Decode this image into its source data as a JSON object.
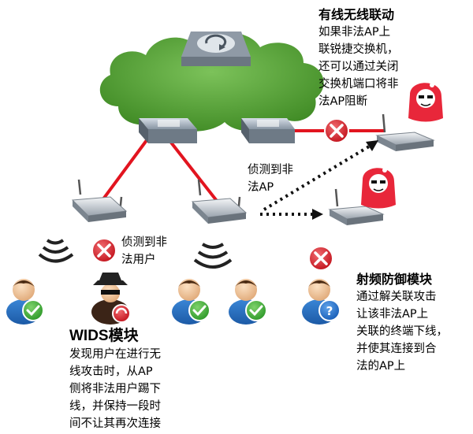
{
  "linkage": {
    "title": "有线无线联动",
    "lines": [
      "如果非法AP上",
      "联锐捷交换机，",
      "还可以通过关闭",
      "交换机端口将非",
      "法AP阻断"
    ]
  },
  "detect_ap": {
    "lines": [
      "侦测到非",
      "法AP"
    ]
  },
  "detect_user": {
    "lines": [
      "侦测到非",
      "法用户"
    ]
  },
  "rf": {
    "title": "射频防御模块",
    "lines": [
      "通过解关联攻击",
      "让该非法AP上",
      "关联的终端下线，",
      "并使其连接到合",
      "法的AP上"
    ]
  },
  "wids": {
    "title": "WIDS模块",
    "lines": [
      "发现用户在进行无",
      "线攻击时，从AP",
      "侧将非法用户踢下",
      "线，并保持一段时",
      "间不让其再次连接"
    ]
  },
  "colors": {
    "cloud": "#4e9b2f",
    "link": "#e2141f",
    "block": "#d51f2a",
    "ok": "#3aa935",
    "unknown": "#1f6fc8",
    "hacker": "#e8273a"
  }
}
